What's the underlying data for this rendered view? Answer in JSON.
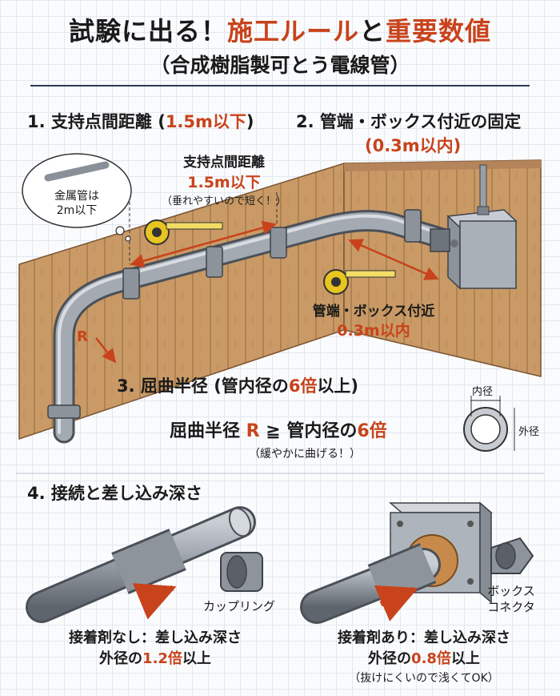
{
  "title": {
    "line1_a": "試験に出る！",
    "line1_b": "施工ルール",
    "line1_c": "と",
    "line1_d": "重要数値",
    "line2": "（合成樹脂製可とう電線管）"
  },
  "section1": {
    "heading_a": "1. 支持点間距離 (",
    "heading_b": "1.5m以下",
    "heading_c": ")",
    "label_title": "支持点間距離",
    "label_value": "1.5m以下",
    "label_note": "（垂れやすいので短く！）",
    "bubble_line1": "金属管は",
    "bubble_line2": "2m以下"
  },
  "section2": {
    "heading_a": "2. 管端・ボックス付近の固定",
    "heading_b": "(0.3m以内)",
    "label_title": "管端・ボックス付近",
    "label_value": "0.3m以内"
  },
  "section3": {
    "heading_a": "3. 屈曲半径 (管内径の",
    "heading_b": "6倍",
    "heading_c": "以上)",
    "radius_mark": "R",
    "formula_a": "屈曲半径 ",
    "formula_b": "R",
    "formula_c": " ≧ 管内径の",
    "formula_d": "6倍",
    "formula_note": "（緩やかに曲げる！）",
    "inner_label": "内径",
    "outer_label": "外径"
  },
  "section4": {
    "heading": "4. 接続と差し込み深さ",
    "coupling_label": "カップリング",
    "connector_line1": "ボックス",
    "connector_line2": "コネクタ",
    "left_line1": "接着剤なし：差し込み深さ",
    "left_line2_a": "外径の",
    "left_line2_b": "1.2倍",
    "left_line2_c": "以上",
    "right_line1": "接着剤あり：差し込み深さ",
    "right_line2_a": "外径の",
    "right_line2_b": "0.8倍",
    "right_line2_c": "以上",
    "right_note": "（抜けにくいので浅くてOK）"
  },
  "colors": {
    "accent": "#c8431b",
    "wood": "#c99a66",
    "wood_dark": "#a8794a",
    "pipe": "#9aa0a8",
    "navy": "#2b3a55"
  }
}
